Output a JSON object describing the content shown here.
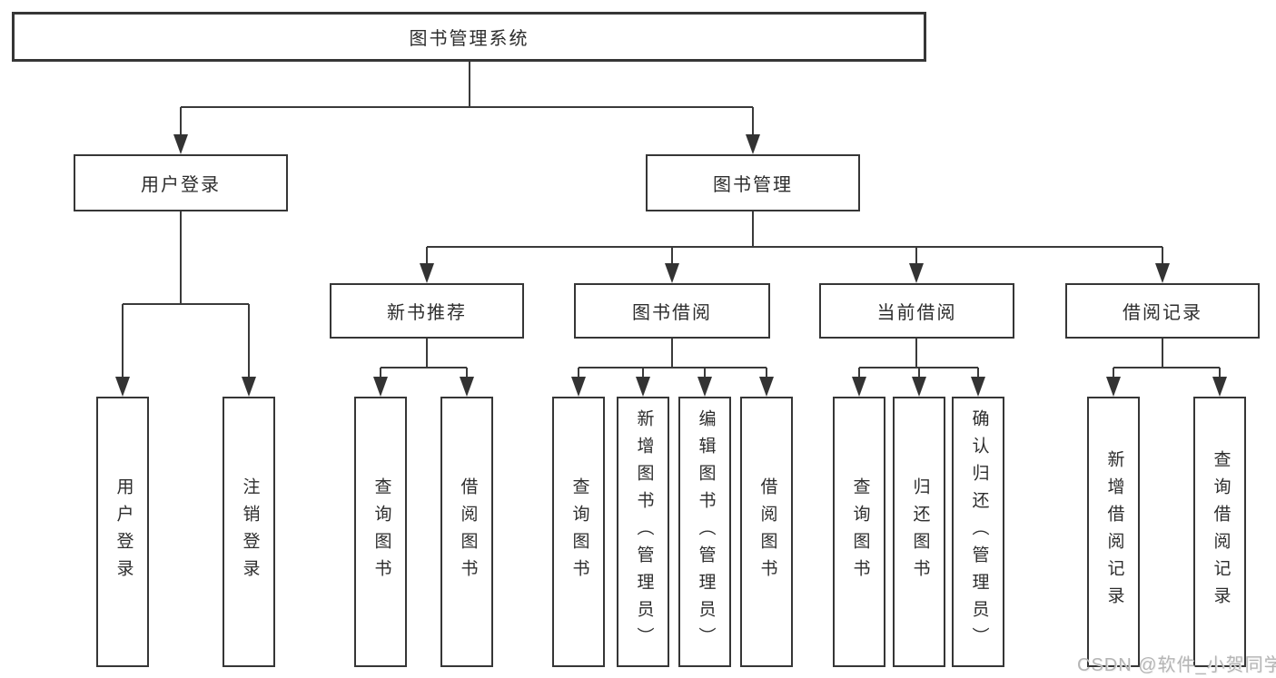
{
  "tree": {
    "root": "图书管理系统",
    "level2": [
      {
        "label": "用户登录",
        "children": [
          "用户登录",
          "注销登录"
        ]
      },
      {
        "label": "图书管理",
        "children_groups": [
          {
            "label": "新书推荐",
            "children": [
              "查询图书",
              "借阅图书"
            ]
          },
          {
            "label": "图书借阅",
            "children": [
              "查询图书",
              "新增图书（管理员）",
              "编辑图书（管理员）",
              "借阅图书"
            ]
          },
          {
            "label": "当前借阅",
            "children": [
              "查询图书",
              "归还图书",
              "确认归还（管理员）"
            ]
          },
          {
            "label": "借阅记录",
            "children": [
              "新增借阅记录",
              "查询借阅记录"
            ]
          }
        ]
      }
    ]
  },
  "watermark": {
    "text": "CSDN @软件_小贺同学",
    "color": "#b5b5b5"
  },
  "colors": {
    "line": "#3a3a3a",
    "arrow": "#333333",
    "box_border": "#363636",
    "text": "#2d2d2d",
    "background": "#ffffff"
  }
}
